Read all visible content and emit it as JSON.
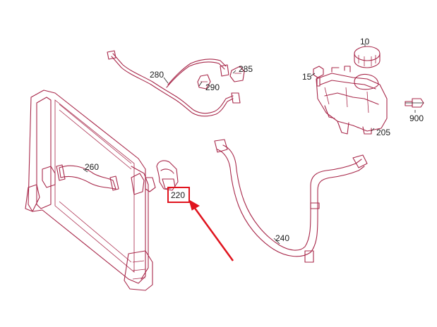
{
  "diagram": {
    "callouts": [
      {
        "id": "c10",
        "label": "10"
      },
      {
        "id": "c15",
        "label": "15"
      },
      {
        "id": "c205",
        "label": "205"
      },
      {
        "id": "c220",
        "label": "220",
        "highlighted": true
      },
      {
        "id": "c240",
        "label": "240"
      },
      {
        "id": "c260",
        "label": "260"
      },
      {
        "id": "c280",
        "label": "280"
      },
      {
        "id": "c285",
        "label": "285"
      },
      {
        "id": "c290",
        "label": "290"
      },
      {
        "id": "c900",
        "label": "900"
      }
    ],
    "colors": {
      "part_line": "#a8284a",
      "highlight": "#e0141e",
      "label_text": "#1a1a1a",
      "background": "#ffffff"
    }
  }
}
